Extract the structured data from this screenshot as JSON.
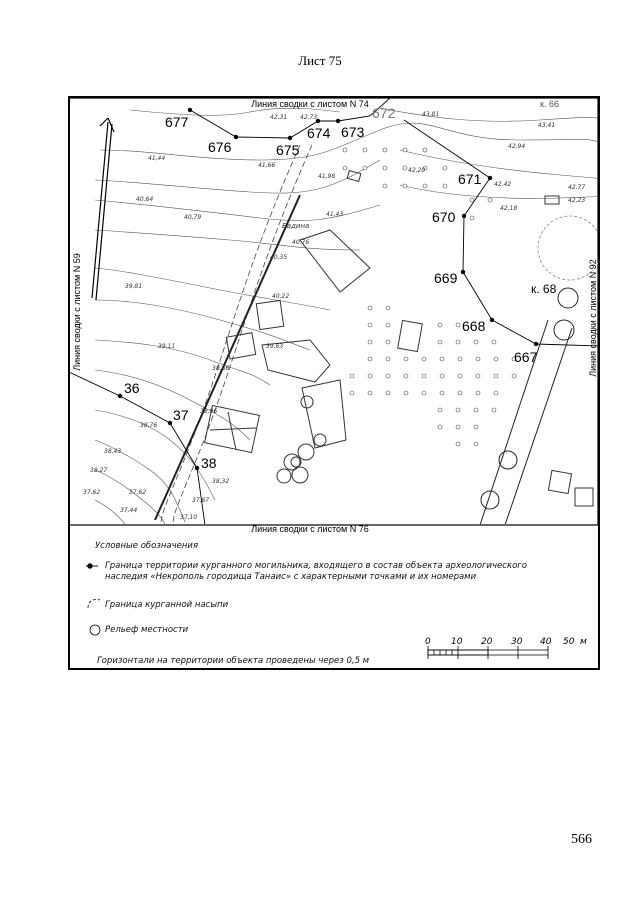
{
  "page": {
    "sheet_title": "Лист 75",
    "page_number": "566"
  },
  "map": {
    "edge_labels": {
      "top": "Линия сводки с листом N 74",
      "bottom": "Линия сводки с листом N 76",
      "left": "Линия сводки с листом N 59",
      "right": "Линия сводки с листом N 92"
    },
    "boundary_points": [
      "677",
      "676",
      "675",
      "674",
      "673",
      "671",
      "670",
      "669",
      "668",
      "667",
      "36",
      "37",
      "38"
    ],
    "kurgan_label": "к. 68",
    "partial_label": "672",
    "partial_corner_label": "к. 66",
    "road_label": "Бадина",
    "elevations": [
      "42,31",
      "42,73",
      "43,81",
      "43,41",
      "41,44",
      "41,66",
      "41,98",
      "42,20",
      "42,94",
      "42,42",
      "42,77",
      "40,64",
      "40,79",
      "41,43",
      "42,18",
      "42,23",
      "40,76",
      "40,35",
      "40,22",
      "39,81",
      "39,63",
      "39,11",
      "38,66",
      "38,96",
      "38,76",
      "38,43",
      "38,27",
      "38,32",
      "37,62",
      "37,62",
      "37,67",
      "37,44",
      "37,10"
    ]
  },
  "legend": {
    "title": "Условные обозначения",
    "items": [
      "Граница территории курганного могильника, входящего в состав объекта археологического наследия «Некрополь городища Танаис» с характерными точками и их номерами",
      "Граница курганной насыпи",
      "Рельеф местности"
    ],
    "note": "Горизонтали на территории объекта проведены через 0,5 м"
  },
  "scale_bar": {
    "ticks": [
      "0",
      "10",
      "20",
      "30",
      "40",
      "50"
    ],
    "unit": "м"
  }
}
